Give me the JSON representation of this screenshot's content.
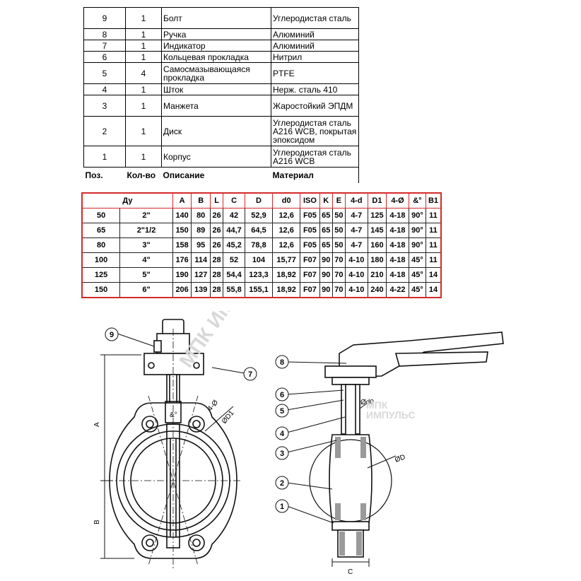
{
  "parts_table": {
    "rows": [
      {
        "pos": "9",
        "qty": "1",
        "desc": "Болт",
        "mat": "Углеродистая сталь"
      },
      {
        "pos": "8",
        "qty": "1",
        "desc": "Ручка",
        "mat": "Алюминий"
      },
      {
        "pos": "7",
        "qty": "1",
        "desc": "Индикатор",
        "mat": "Алюминий"
      },
      {
        "pos": "6",
        "qty": "1",
        "desc": "Кольцевая прокладка",
        "mat": "Нитрил"
      },
      {
        "pos": "5",
        "qty": "4",
        "desc": "Самосмазывающаяся прокладка",
        "mat": "PTFE"
      },
      {
        "pos": "4",
        "qty": "1",
        "desc": "Шток",
        "mat": "Нерж. сталь 410"
      },
      {
        "pos": "3",
        "qty": "1",
        "desc": "Манжета",
        "mat": "Жаростойкий ЭПДМ"
      },
      {
        "pos": "2",
        "qty": "1",
        "desc": "Диск",
        "mat": "Углеродистая сталь A216 WCB, покрытая эпоксидом"
      },
      {
        "pos": "1",
        "qty": "1",
        "desc": "Корпус",
        "mat": "Углеродистая сталь A216 WCB"
      }
    ],
    "header": {
      "pos": "Поз.",
      "qty": "Кол-во",
      "desc": "Описание",
      "mat": "Материал"
    }
  },
  "dims_table": {
    "headers": [
      "Ду",
      "A",
      "B",
      "L",
      "C",
      "D",
      "d0",
      "ISO",
      "K",
      "E",
      "4-d",
      "D1",
      "4-Ø",
      "&°",
      "B1"
    ],
    "rows": [
      [
        "50",
        "2\"",
        "140",
        "80",
        "26",
        "42",
        "52,9",
        "12,6",
        "F05",
        "65",
        "50",
        "4-7",
        "125",
        "4-18",
        "90°",
        "11"
      ],
      [
        "65",
        "2\"1/2",
        "150",
        "89",
        "26",
        "44,7",
        "64,5",
        "12,6",
        "F05",
        "65",
        "50",
        "4-7",
        "145",
        "4-18",
        "90°",
        "11"
      ],
      [
        "80",
        "3\"",
        "158",
        "95",
        "26",
        "45,2",
        "78,8",
        "12,6",
        "F05",
        "65",
        "50",
        "4-7",
        "160",
        "4-18",
        "90°",
        "11"
      ],
      [
        "100",
        "4\"",
        "176",
        "114",
        "28",
        "52",
        "104",
        "15,77",
        "F07",
        "90",
        "70",
        "4-10",
        "180",
        "4-18",
        "45°",
        "11"
      ],
      [
        "125",
        "5\"",
        "190",
        "127",
        "28",
        "54,4",
        "123,3",
        "18,92",
        "F07",
        "90",
        "70",
        "4-10",
        "210",
        "4-18",
        "45°",
        "14"
      ],
      [
        "150",
        "6\"",
        "206",
        "139",
        "28",
        "55,8",
        "155,1",
        "18,92",
        "F07",
        "90",
        "70",
        "4-10",
        "240",
        "4-22",
        "45°",
        "14"
      ]
    ]
  },
  "drawing": {
    "callouts": [
      "9",
      "7",
      "8",
      "6",
      "5",
      "4",
      "3",
      "2",
      "1"
    ],
    "dim_labels": {
      "a": "A",
      "b": "B",
      "c": "C",
      "d": "ØD",
      "d0": "Ød0",
      "d1": "ØD1",
      "four_phi": "4-Ø",
      "angle": "&°"
    },
    "watermark_1": "МПК ИМП",
    "watermark_2": "МПК",
    "watermark_3": "ИМПУЛЬС"
  },
  "colors": {
    "table_border_red": "#d42a2a"
  }
}
